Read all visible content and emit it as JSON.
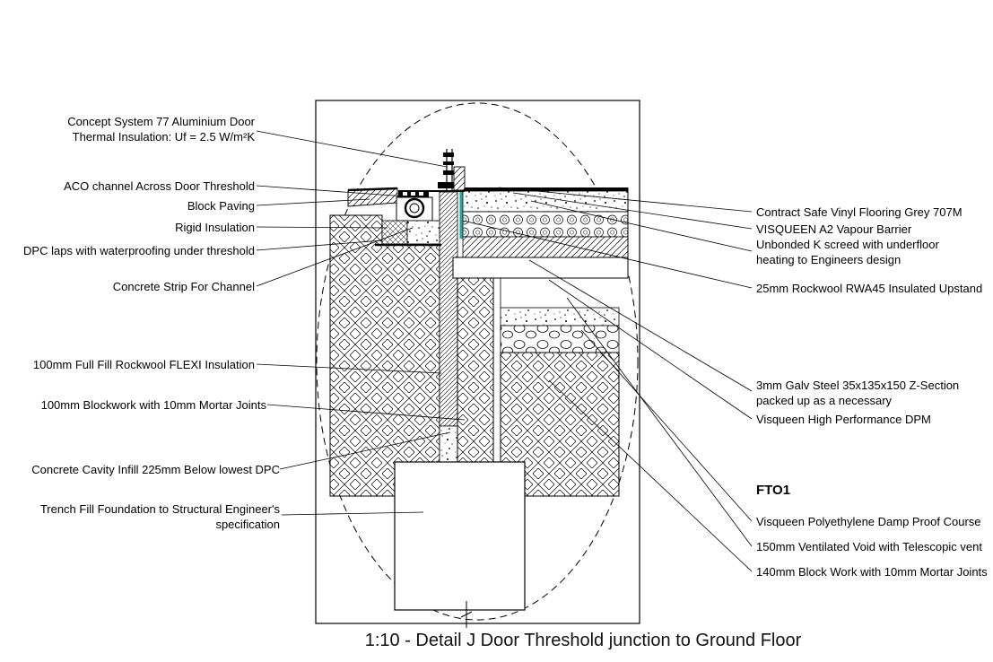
{
  "title": "1:10 - Detail J Door Threshold junction to Ground Floor",
  "left_labels": [
    {
      "text": "Concept System 77 Aluminium Door\nThermal Insulation: Uf = 2.5 W/m²K"
    },
    {
      "text": "ACO channel Across Door Threshold"
    },
    {
      "text": "Block Paving"
    },
    {
      "text": "Rigid Insulation"
    },
    {
      "text": "DPC laps with waterproofing under threshold"
    },
    {
      "text": "Concrete Strip For Channel"
    },
    {
      "text": "100mm Full Fill Rockwool FLEXI Insulation"
    },
    {
      "text": "100mm Blockwork with 10mm Mortar Joints"
    },
    {
      "text": "Concrete Cavity Infill 225mm Below lowest DPC"
    },
    {
      "text": "Trench Fill Foundation to Structural Engineer's\nspecification"
    }
  ],
  "right_labels": [
    {
      "text": "Contract Safe Vinyl Flooring Grey 707M"
    },
    {
      "text": "VISQUEEN A2 Vapour Barrier"
    },
    {
      "text": "Unbonded K screed with underfloor\nheating to Engineers design"
    },
    {
      "text": "25mm Rockwool RWA45 Insulated Upstand"
    },
    {
      "text": "3mm Galv Steel 35x135x150 Z-Section\npacked up as a necessary"
    },
    {
      "text": "Visqueen High Performance DPM"
    },
    {
      "text": "FTO1"
    },
    {
      "text": "Visqueen Polyethylene Damp Proof Course"
    },
    {
      "text": "150mm Ventilated Void with Telescopic vent"
    },
    {
      "text": "140mm Block Work with 10mm Mortar Joints"
    }
  ],
  "colors": {
    "line": "#000000",
    "background": "#ffffff",
    "upstand_teal": "#1fa7a0"
  }
}
